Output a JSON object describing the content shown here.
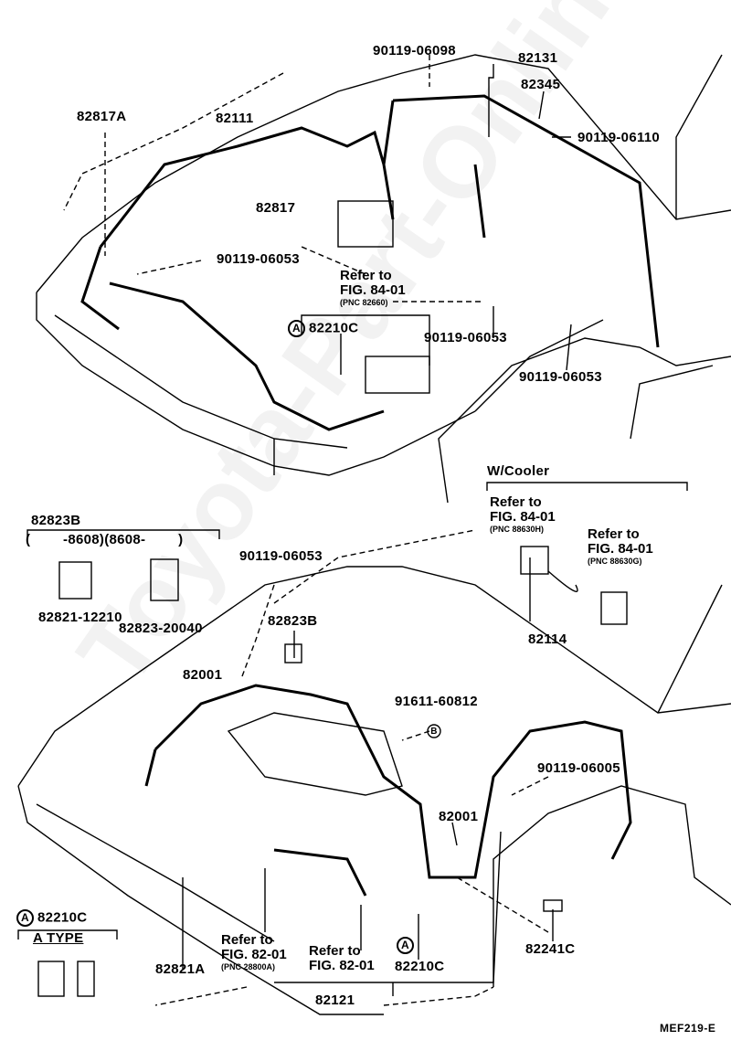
{
  "diagram_code": "MEF219-E",
  "watermark": "Toyota-Part-Online",
  "upper": {
    "labels": {
      "p1": "90119-06098",
      "p2": "82131",
      "p3": "82345",
      "p4": "82817A",
      "p5": "82111",
      "p6": "90119-06110",
      "p7": "82817",
      "p8": "90119-06053",
      "p9": "82210C",
      "p10": "90119-06053",
      "p11": "90119-06053"
    },
    "ref1": {
      "line1": "Refer to",
      "line2": "FIG. 84-01",
      "pnc": "(PNC 82660)"
    },
    "marker": "A"
  },
  "cooler": {
    "title": "W/Cooler",
    "ref_a": {
      "line1": "Refer to",
      "line2": "FIG. 84-01",
      "pnc": "(PNC 88630H)"
    },
    "ref_b": {
      "line1": "Refer to",
      "line2": "FIG. 84-01",
      "pnc": "(PNC 88630G)"
    },
    "part": "82114"
  },
  "bracket": {
    "title": "82823B",
    "range": "(        -8608)(8608-        )",
    "left_part": "82821-12210",
    "right_part": "82823-20040"
  },
  "lower": {
    "labels": {
      "q1": "90119-06053",
      "q2": "82823B",
      "q3": "82001",
      "q4": "91611-60812",
      "q5": "90119-06005",
      "q6": "82001",
      "q7": "82241C",
      "q8": "82821A",
      "q9": "82121",
      "q10": "82210C"
    },
    "ref_a": {
      "line1": "Refer to",
      "line2": "FIG. 82-01",
      "pnc": "(PNC 28800A)"
    },
    "ref_b": {
      "line1": "Refer to",
      "line2": "FIG. 82-01"
    },
    "marker": "A",
    "bolt_marker": "B"
  },
  "legend": {
    "marker": "A",
    "part": "82210C",
    "type_label": "A TYPE"
  }
}
